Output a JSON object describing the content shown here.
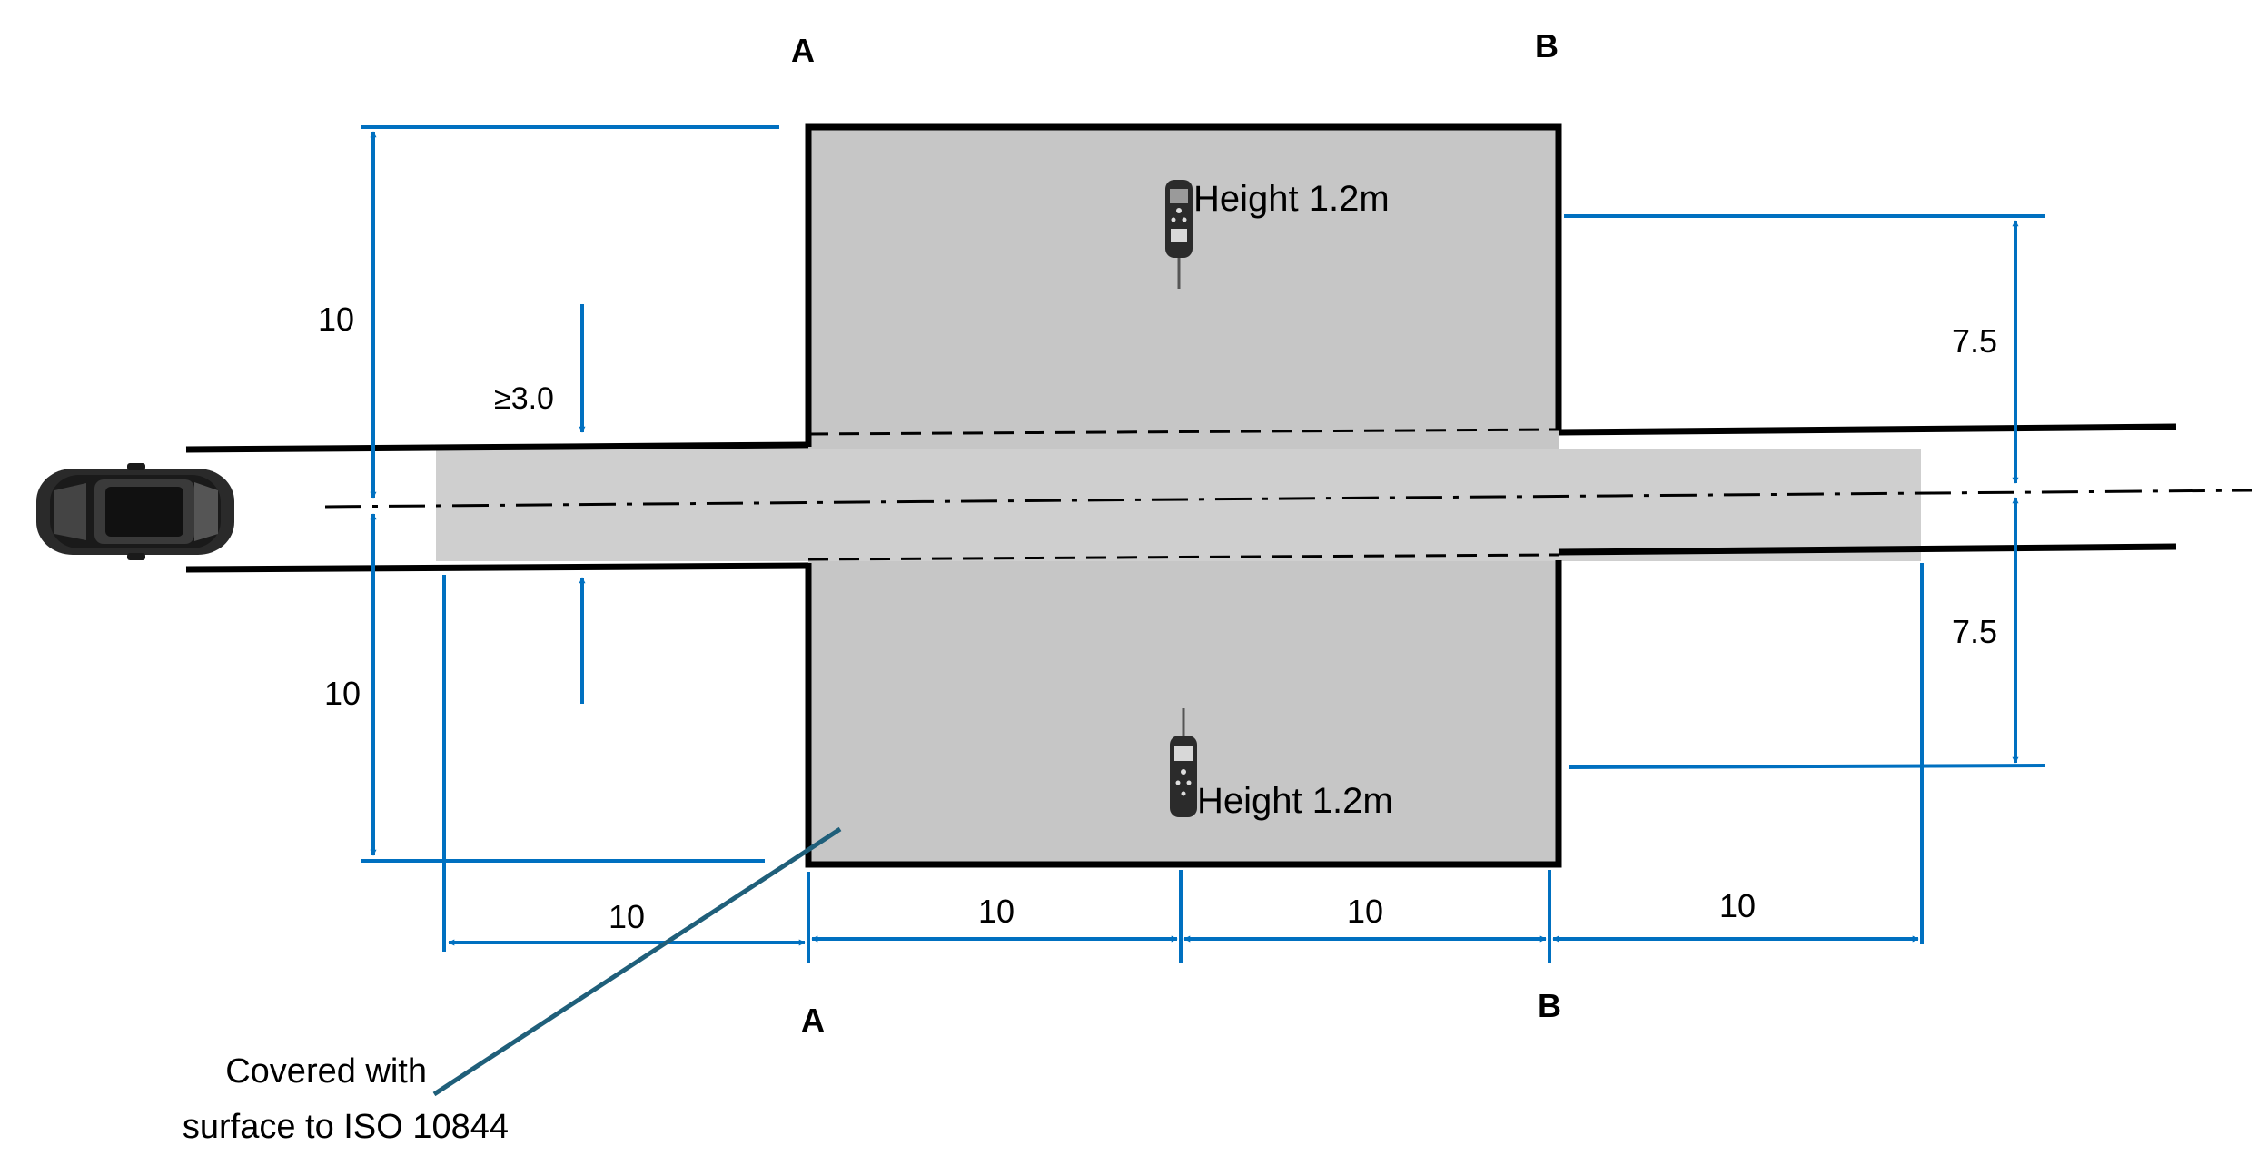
{
  "section_labels": {
    "a_top": "A",
    "b_top": "B",
    "a_bottom": "A",
    "b_bottom": "B"
  },
  "dimensions": {
    "left_upper": "10",
    "left_lower": "10",
    "lane_width": "≥3.0",
    "right_upper": "7.5",
    "right_lower": "7.5",
    "bottom_1": "10",
    "bottom_2": "10",
    "bottom_3": "10",
    "bottom_4": "10"
  },
  "microphones": {
    "upper_label": "Height 1.2m",
    "lower_label": "Height 1.2m"
  },
  "surface_note": {
    "line1": "Covered with",
    "line2": "surface to ISO 10844"
  },
  "colors": {
    "dimension_blue": "#0070C0",
    "surface_gray": "#C8C8C8",
    "leader_teal": "#1F5F7A",
    "outline": "#000000"
  }
}
